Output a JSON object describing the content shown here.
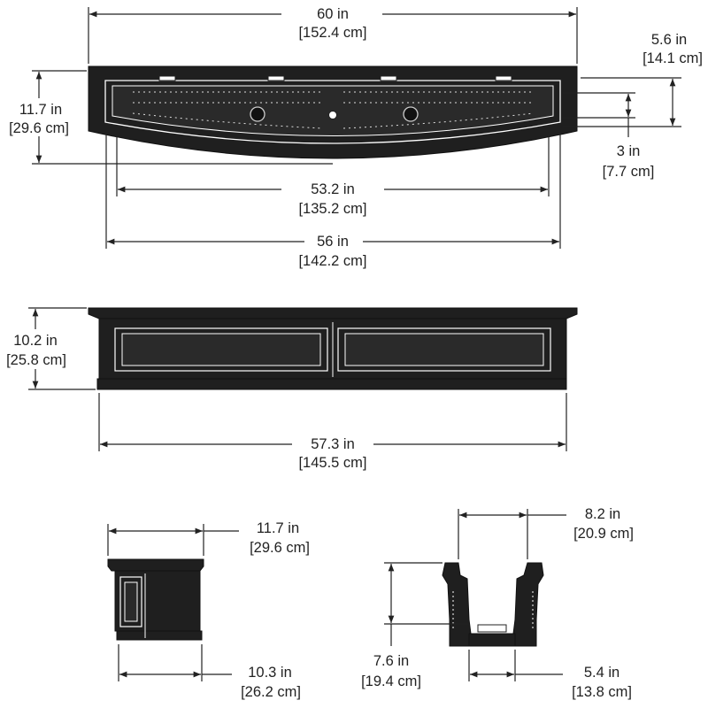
{
  "top_view": {
    "overall_width": {
      "in": "60 in",
      "cm": "[152.4 cm]"
    },
    "rim_height": {
      "in": "5.6 in",
      "cm": "[14.1 cm]"
    },
    "overall_depth": {
      "in": "11.7 in",
      "cm": "[29.6 cm]"
    },
    "reservoir_height": {
      "in": "3 in",
      "cm": "[7.7 cm]"
    },
    "inner_width": {
      "in": "53.2 in",
      "cm": "[135.2 cm]"
    },
    "outer_inner_width": {
      "in": "56 in",
      "cm": "[142.2 cm]"
    }
  },
  "front_view": {
    "height": {
      "in": "10.2 in",
      "cm": "[25.8 cm]"
    },
    "base_width": {
      "in": "57.3 in",
      "cm": "[145.5 cm]"
    }
  },
  "side_view": {
    "top_depth": {
      "in": "11.7 in",
      "cm": "[29.6 cm]"
    },
    "base_depth": {
      "in": "10.3 in",
      "cm": "[26.2 cm]"
    }
  },
  "section_view": {
    "top_width": {
      "in": "8.2 in",
      "cm": "[20.9 cm]"
    },
    "depth": {
      "in": "7.6 in",
      "cm": "[19.4 cm]"
    },
    "bottom_width": {
      "in": "5.4 in",
      "cm": "[13.8 cm]"
    }
  },
  "colors": {
    "line": "#222222",
    "body": "#1f1f1f",
    "background": "#ffffff"
  }
}
